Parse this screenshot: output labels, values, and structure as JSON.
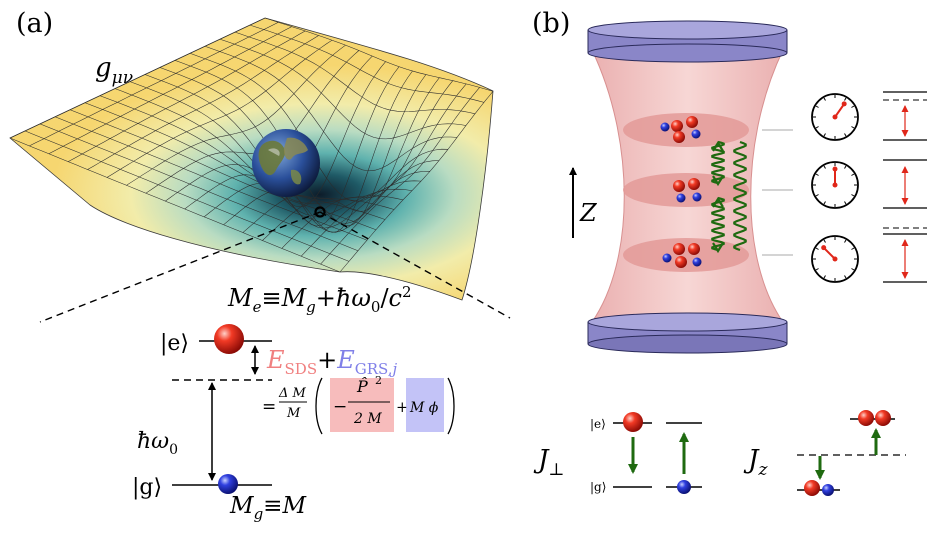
{
  "panel_a": {
    "label": "(a)",
    "metric_symbol": "g",
    "metric_sub": "μν",
    "excited_mass": {
      "M": "M",
      "e": "e",
      "eq": "≡",
      "Mg": "M",
      "g": "g",
      "plus": "+",
      "hbar_omega": "ħω",
      "zero": "0",
      "slash": "/",
      "c": "c",
      "two": "2"
    },
    "ket_e": "|e⟩",
    "ket_g": "|g⟩",
    "e_sds": {
      "E": "E",
      "sub": "SDS"
    },
    "plus": "+",
    "e_grs": {
      "E": "E",
      "sub": "GRS,",
      "j": "j"
    },
    "equals": "=",
    "delta_m": "Δ M",
    "m_denominator": "M",
    "minus": "−",
    "p_hat": "P̂",
    "p_exponent": "2",
    "two_m": "2 M",
    "plus2": "+",
    "m_phi": "M ϕ",
    "hbar_omega0": {
      "sym": "ħω",
      "sub": "0"
    },
    "ground_mass": {
      "M": "M",
      "g": "g",
      "eq": "≡",
      "M2": "M"
    },
    "colors": {
      "sds": "#f4a5a5",
      "grs": "#b4b4f5",
      "sds_text": "#f08080",
      "grs_text": "#8080e8",
      "excited": "#e0271a",
      "ground": "#2a36d0",
      "arrow": "#1f6a10"
    }
  },
  "panel_b": {
    "label": "(b)",
    "axis_label": "Z",
    "j_perp": {
      "J": "J",
      "sub": "⊥"
    },
    "j_z": {
      "J": "J",
      "sub": "z"
    },
    "ket_e": "|e⟩",
    "ket_g": "|g⟩"
  }
}
